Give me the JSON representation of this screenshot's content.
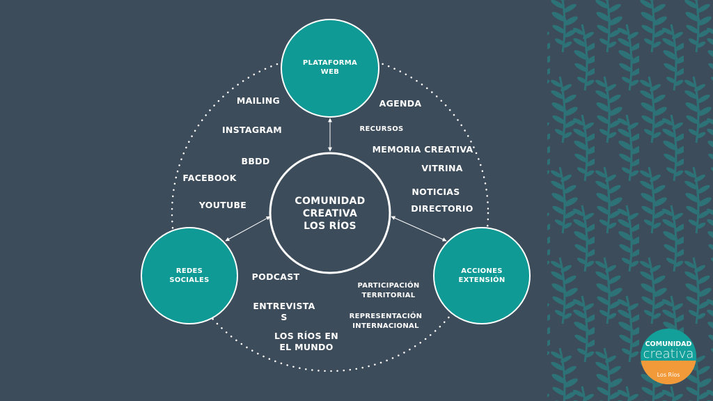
{
  "colors": {
    "background": "#3c4c5a",
    "teal": "#109a95",
    "fern": "#2c7277",
    "white": "#ffffff",
    "orange": "#f29a3a"
  },
  "nodes": {
    "center": [
      "COMUNIDAD",
      "CREATIVA",
      "LOS RÍOS"
    ],
    "top": [
      "PLATAFORMA",
      "WEB"
    ],
    "left": [
      "REDES",
      "SOCIALES"
    ],
    "right": [
      "ACCIONES",
      "EXTENSIÓN"
    ]
  },
  "labels": {
    "mailing": "MAILING",
    "instagram": "INSTAGRAM",
    "bbdd": "BBDD",
    "facebook": "FACEBOOK",
    "youtube": "YOUTUBE",
    "agenda": "AGENDA",
    "recursos": "RECURSOS",
    "memoria": "MEMORIA CREATIVA",
    "vitrina": "VITRINA",
    "noticias": "NOTICIAS",
    "directorio": "DIRECTORIO",
    "podcast": "PODCAST",
    "entrevistas": [
      "ENTREVISTA",
      "S"
    ],
    "losrios": [
      "LOS RÍOS EN",
      "EL MUNDO"
    ],
    "participacion": [
      "PARTICIPACIÓN",
      "TERRITORIAL"
    ],
    "representacion": [
      "REPRESENTACIÓN",
      "INTERNACIONAL"
    ]
  },
  "logo": {
    "line1": "COMUNIDAD",
    "line2": "creativa",
    "line3": "Los Ríos"
  }
}
